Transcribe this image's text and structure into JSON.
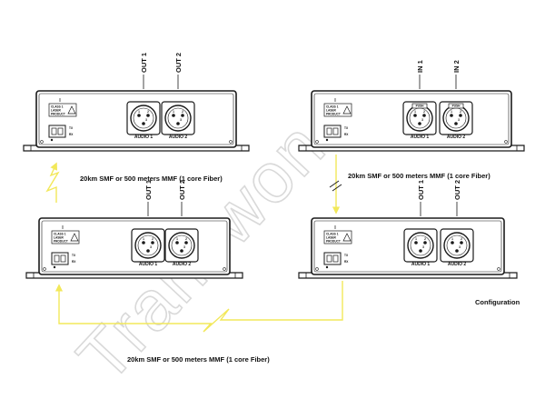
{
  "watermark": "Transwon",
  "caption": "Configuration",
  "links": {
    "top_label": "20km SMF or 500 meters MMF (1 core Fiber)",
    "right_label": "20km SMF or 500 meters MMF (1 core Fiber)",
    "bottom_label": "20km SMF or 500 meters MMF (1 core Fiber)"
  },
  "devices": [
    {
      "id": "receiver-top-left",
      "kind": "receiver",
      "io": [
        "OUT 1",
        "OUT 2"
      ],
      "ports": [
        "AUDIO 1",
        "AUDIO 2"
      ],
      "push": false
    },
    {
      "id": "transmitter-top-right",
      "kind": "transmitter",
      "io": [
        "IN 1",
        "IN 2"
      ],
      "ports": [
        "AUDIO 1",
        "AUDIO 2"
      ],
      "push": true
    },
    {
      "id": "receiver-bottom-left",
      "kind": "receiver",
      "io": [
        "OUT 1",
        "OUT 2"
      ],
      "ports": [
        "AUDIO 1",
        "AUDIO 2"
      ],
      "push": false
    },
    {
      "id": "receiver-bottom-right",
      "kind": "receiver",
      "io": [
        "OUT 1",
        "OUT 2"
      ],
      "ports": [
        "AUDIO 1",
        "AUDIO 2"
      ],
      "push": false
    }
  ],
  "device_text": {
    "laser_lines": [
      "CLASS 1",
      "LASER",
      "PRODUCT"
    ],
    "fiber_labels": [
      "TX",
      "RX"
    ],
    "push_label": "PUSH",
    "pin_labels": [
      "1",
      "2",
      "3"
    ]
  },
  "colors": {
    "fiber": "#f2e85a",
    "line": "#1a1a1a",
    "watermark": "#d9d9d9"
  }
}
